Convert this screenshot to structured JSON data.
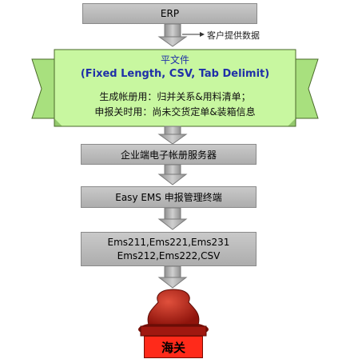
{
  "erp": "ERP",
  "side_note": "客户提供数据",
  "flat_file": {
    "title": "平文件",
    "format": "(Fixed Length, CSV, Tab Delimit)",
    "line1": "生成帐册用：归并关系&用料清单；",
    "line2": "申报关时用：尚未交货定单&装箱信息"
  },
  "enterprise_server": "企业端电子帐册服务器",
  "easy_ems": "Easy EMS 申报管理终端",
  "ems_codes": {
    "line1": "Ems211,Ems221,Ems231",
    "line2": "Ems212,Ems222,CSV"
  },
  "customs": "海关",
  "colors": {
    "scroll_fill": "#c8f7a0",
    "box_fill": "#bdbdbd",
    "arrow_fill": "#a9a9a9",
    "stamp_red": "#c2241a",
    "label_red": "#ff2a1a",
    "title_blue": "#1f2fa8"
  }
}
